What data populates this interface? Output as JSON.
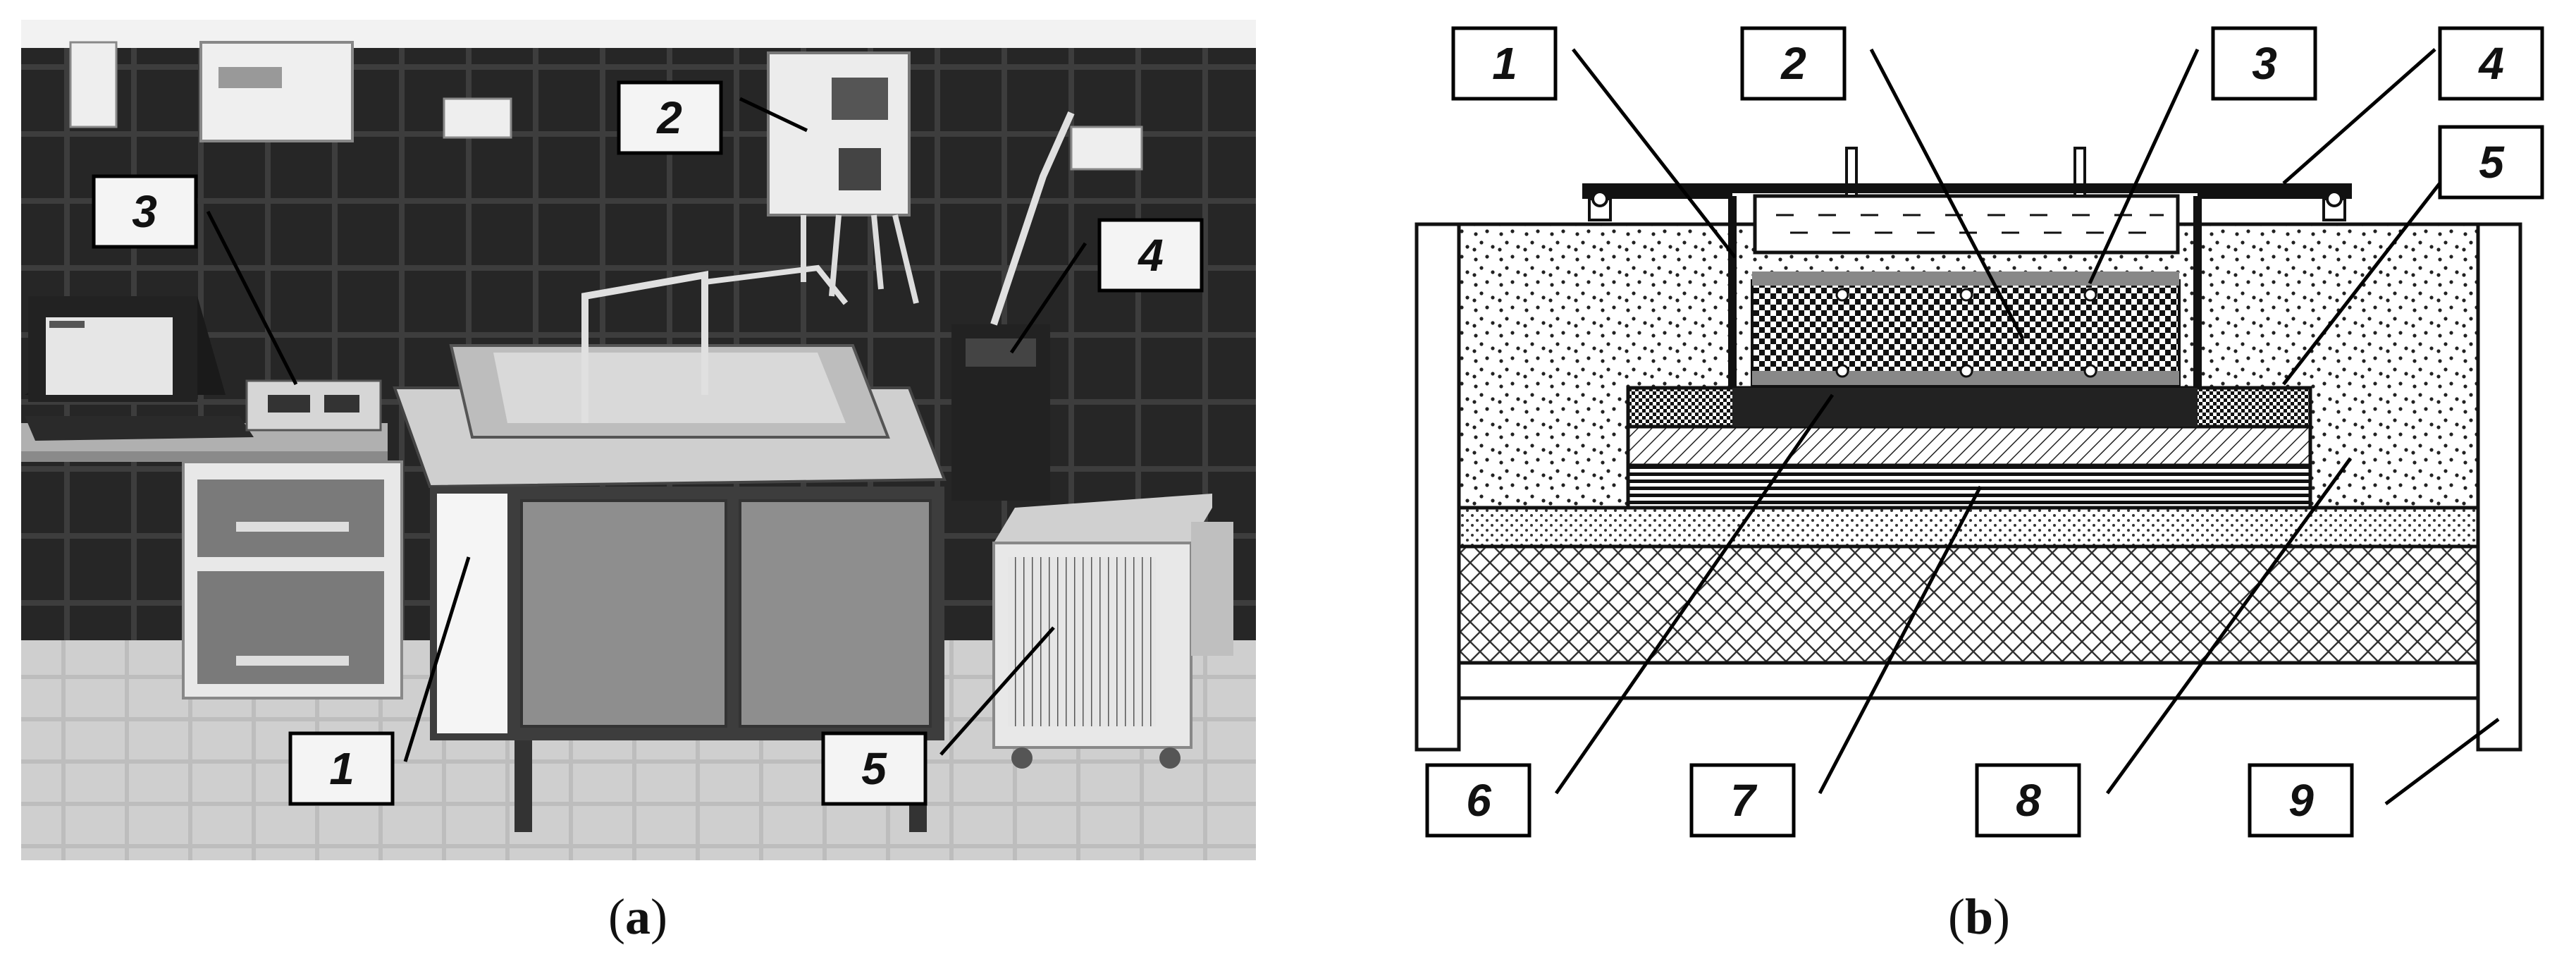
{
  "photo": {
    "caption_open": "(",
    "caption_letter": "a",
    "caption_close": ")",
    "callouts": [
      "1",
      "2",
      "3",
      "4",
      "5"
    ]
  },
  "schematic": {
    "caption_open": "(",
    "caption_letter": "b",
    "caption_close": ")",
    "callouts": [
      "1",
      "2",
      "3",
      "4",
      "5",
      "6",
      "7",
      "8",
      "9"
    ]
  }
}
